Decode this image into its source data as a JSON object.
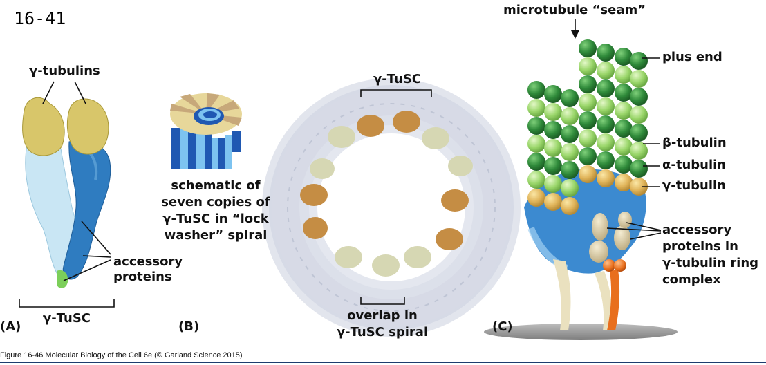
{
  "slide_number": "16-41",
  "panelA": {
    "panel_letter": "(A)",
    "top_label": "γ-tubulins",
    "side_label_line1": "accessory",
    "side_label_line2": "proteins",
    "bottom_label": "γ-TuSC"
  },
  "panelB": {
    "panel_letter": "(B)",
    "caption_line1": "schematic of",
    "caption_line2": "seven copies of",
    "caption_line3": "γ-TuSC in “lock",
    "caption_line4": "washer” spiral",
    "top_label": "γ-TuSC",
    "bottom_line1": "overlap in",
    "bottom_line2": "γ-TuSC spiral"
  },
  "panelC": {
    "panel_letter": "(C)",
    "seam_label": "microtubule “seam”",
    "plus_end": "plus end",
    "beta_tubulin": "β-tubulin",
    "alpha_tubulin": "α-tubulin",
    "gamma_tubulin": "γ-tubulin",
    "accessory_line1": "accessory",
    "accessory_line2": "proteins in",
    "accessory_line3": "γ-tubulin ring",
    "accessory_line4": "complex"
  },
  "figure_caption": "Figure 16-46  Molecular Biology of the Cell 6e (© Garland Science 2015)",
  "colors": {
    "gold": "#d8c66a",
    "blue_dark": "#2a73b8",
    "blue_light": "#bfe0f2",
    "green_dark": "#2f8a3a",
    "green_light": "#9ad66a",
    "tan": "#e0b45a",
    "footer_rule": "#1d3c6e"
  }
}
